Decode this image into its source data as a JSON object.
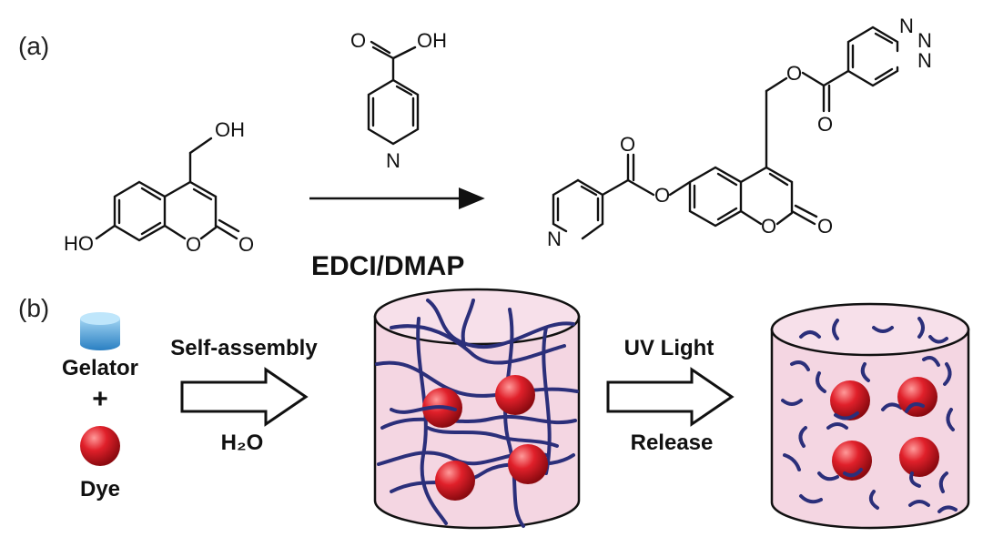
{
  "panel_a": {
    "label": "(a)",
    "reactant": {
      "oh_top": "OH",
      "ho_left": "HO",
      "ring_o": "O",
      "carbonyl_o": "O"
    },
    "reagent": {
      "o": "O",
      "oh": "OH",
      "n": "N"
    },
    "conditions": "EDCI/DMAP",
    "product": {
      "ester_o1": "O",
      "ester_o2": "O",
      "ring_o": "O",
      "carbonyl_o": "O",
      "ester2_o1": "O",
      "ester2_o2": "O",
      "n_left": "N",
      "n_r1": "N",
      "n_r2": "N",
      "n_r3": "N"
    }
  },
  "panel_b": {
    "label": "(b)",
    "gelator": "Gelator",
    "plus": "+",
    "dye": "Dye",
    "step1_top": "Self-assembly",
    "step1_bottom": "H₂O",
    "step2_top": "UV Light",
    "step2_bottom": "Release"
  },
  "colors": {
    "ink": "#111111",
    "gel_fill": "#f4d6e2",
    "fiber": "#2b2f7a",
    "dye_red": "#d8141c",
    "gelator_blue": "#3a8fd0"
  }
}
